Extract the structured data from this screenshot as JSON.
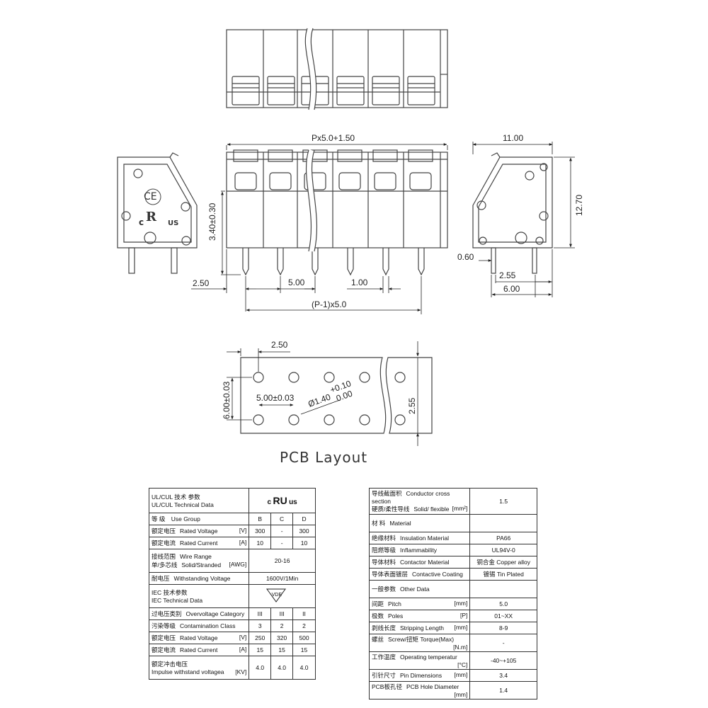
{
  "drawing": {
    "dims": {
      "overall_width": "Px5.0+1.50",
      "side_width": "11.00",
      "height": "12.70",
      "pin_height": "3.40±0.30",
      "offset_left": "2.50",
      "pitch": "5.00",
      "pin_width": "1.00",
      "pitch_total": "(P-1)x5.0",
      "pin_thickness": "0.60",
      "pin_offset_a": "2.55",
      "pin_offset_b": "6.00",
      "pcb_top": "2.50",
      "pcb_row_spacing": "6.00±0.03",
      "pcb_pitch": "5.00±0.03",
      "pcb_hole_dia": "Ø1.40",
      "pcb_hole_tol_plus": "+0.10",
      "pcb_hole_tol_minus": "0.00",
      "pcb_right": "2.55"
    },
    "marks": {
      "ce": "CE",
      "ul_c": "c",
      "ul": "R",
      "ul_us": "US"
    },
    "pcb_title": "PCB  Layout"
  },
  "spec_left": {
    "header_zh": "UL/CUL   技术 参数",
    "header_en": "UL/CUL   Technical Data",
    "logo_c": "c",
    "logo_mark": "RU",
    "logo_us": "us",
    "group_zh": "等  级",
    "group_en": "Use Group",
    "col_b": "B",
    "col_c": "C",
    "col_d": "D",
    "rows_ul": [
      {
        "zh": "额定电压",
        "en": "Rated Voltage",
        "unit": "[V]",
        "b": "300",
        "c": "-",
        "d": "300"
      },
      {
        "zh": "额定电流",
        "en": "Rated Current",
        "unit": "[A]",
        "b": "10",
        "c": "-",
        "d": "10"
      }
    ],
    "wire_zh1": "接线范围",
    "wire_en1": "Wire Range",
    "wire_zh2": "单/多芯线",
    "wire_en2": "Solid/Stranded",
    "wire_unit": "[AWG]",
    "wire_value": "20-16",
    "withstand_zh": "耐电压",
    "withstand_en": "Withstanding Voltage",
    "withstand_value": "1600V/1Min",
    "iec_zh": "IEC  技术参数",
    "iec_en": "IEC  Technical Data",
    "vde_mark": "VDE",
    "rows_iec": [
      {
        "zh": "过电压类别",
        "en": "Overvoltage Category",
        "unit": "",
        "b": "III",
        "c": "III",
        "d": "II"
      },
      {
        "zh": "污染等级",
        "en": "Contamination Class",
        "unit": "",
        "b": "3",
        "c": "2",
        "d": "2"
      },
      {
        "zh": "额定电压",
        "en": "Rated Voltage",
        "unit": "[V]",
        "b": "250",
        "c": "320",
        "d": "500"
      },
      {
        "zh": "额定电流",
        "en": "Rated Current",
        "unit": "[A]",
        "b": "15",
        "c": "15",
        "d": "15"
      }
    ],
    "impulse_zh": "额定冲击电压",
    "impulse_en": "Impulse withstand voltagea",
    "impulse_unit": "[KV]",
    "impulse_b": "4.0",
    "impulse_c": "4.0",
    "impulse_d": "4.0"
  },
  "spec_right": {
    "cross_zh1": "导线截面积",
    "cross_en1": "Conductor cross section",
    "cross_zh2": "硬质/柔性导线",
    "cross_en2": "Solid/ flexible",
    "cross_unit": "[mm²]",
    "cross_value": "1.5",
    "material_zh": "材  料",
    "material_en": "Material",
    "materials": [
      {
        "zh": "绝缘材料",
        "en": "Insulation Material",
        "value": "PA66"
      },
      {
        "zh": "阻燃等级",
        "en": "Inflammability",
        "value": "UL94V-0"
      },
      {
        "zh": "导体材料",
        "en": "Contactor Material",
        "value": "铜合金 Copper alloy"
      },
      {
        "zh": "导体表面镀层",
        "en": "Contactive Coating",
        "value": "镀锡 Tin Plated"
      }
    ],
    "general_zh": "一般参数",
    "general_en": "Other Data",
    "general": [
      {
        "zh": "间距",
        "en": "Pitch",
        "unit": "[mm]",
        "value": "5.0"
      },
      {
        "zh": "极数",
        "en": "Poles",
        "unit": "[P]",
        "value": "01~XX"
      },
      {
        "zh": "剥线长度",
        "en": "Stripping Length",
        "unit": "[mm]",
        "value": "8-9"
      },
      {
        "zh": "螺丝",
        "en": "Screw/扭矩  Torque(Max)",
        "unit": "[N.m]",
        "value": "-"
      },
      {
        "zh": "工作温度",
        "en": "Operating temperatur",
        "unit": "[°C]",
        "value": "-40~+105"
      },
      {
        "zh": "引针尺寸",
        "en": "Pin Dimensions",
        "unit": "[mm]",
        "value": "3.4"
      },
      {
        "zh": "PCB板孔径",
        "en": "PCB Hole Diameter",
        "unit": "[mm]",
        "value": "1.4"
      }
    ]
  }
}
